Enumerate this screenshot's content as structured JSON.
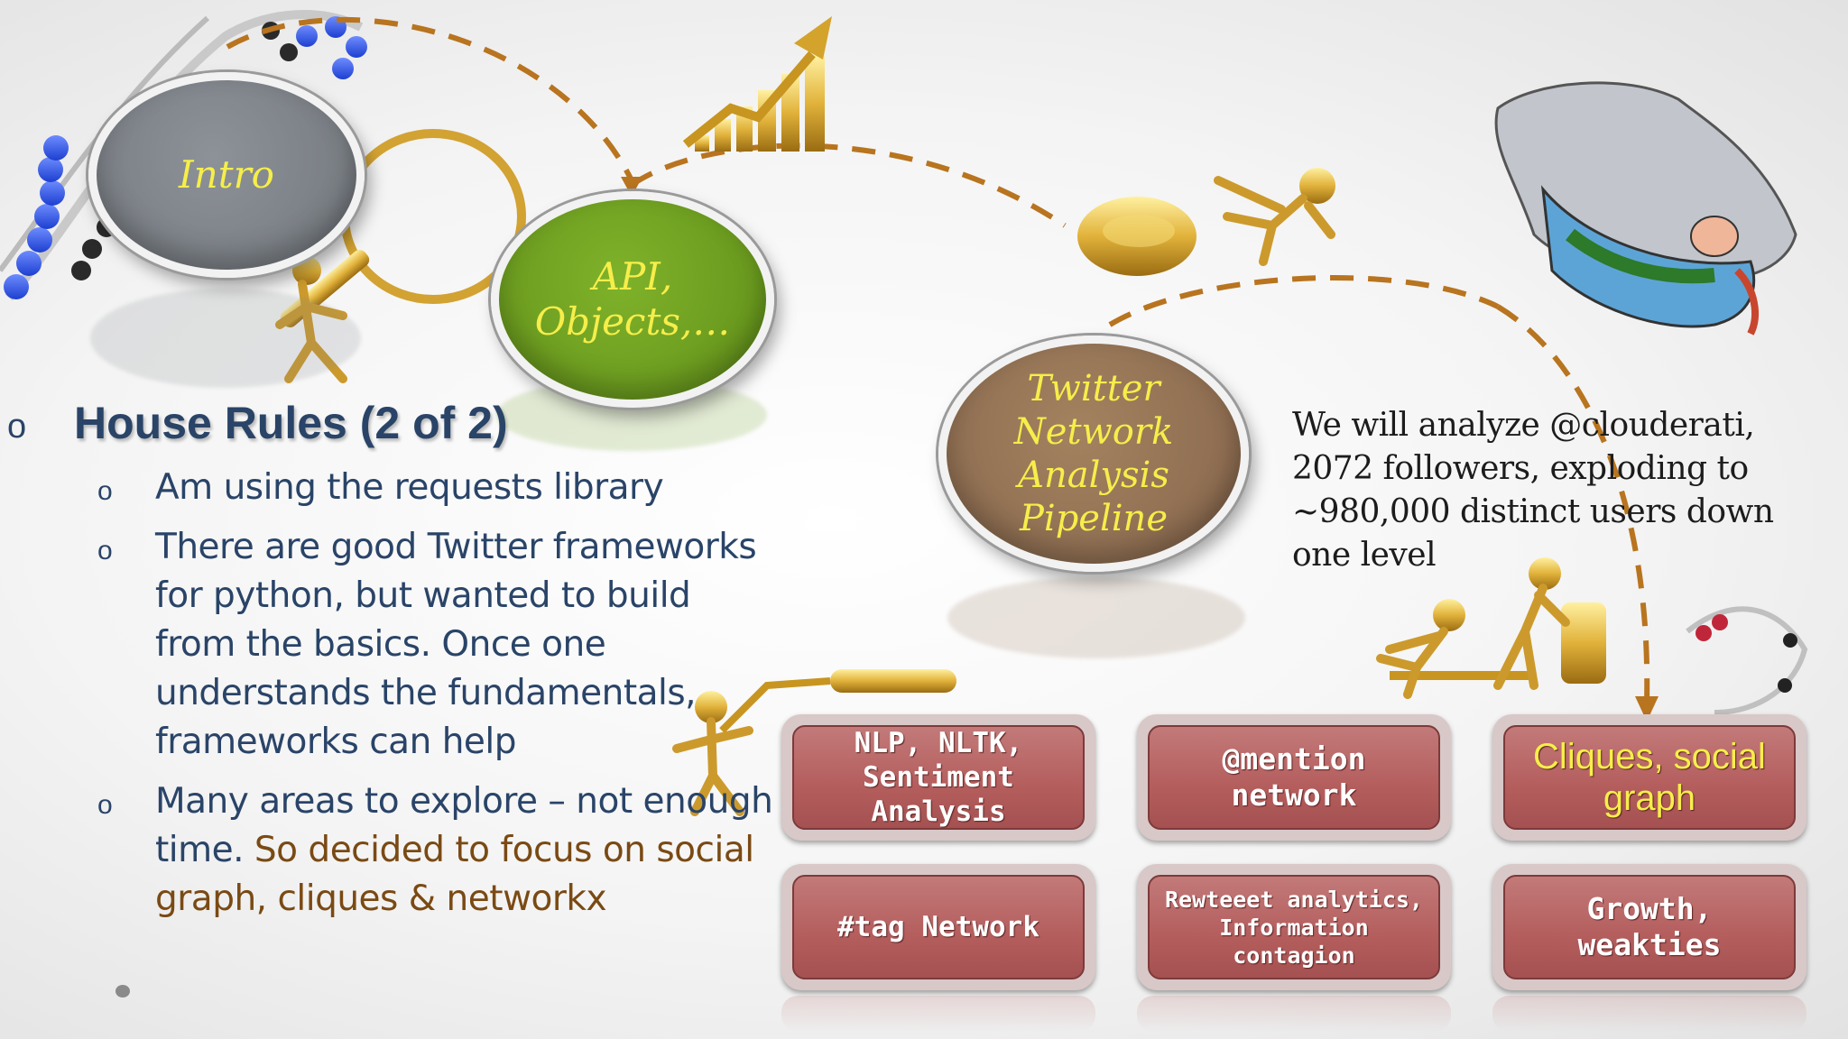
{
  "bubbles": {
    "intro": "Intro",
    "api_line1": "API,",
    "api_line2": "Objects,…",
    "pipeline_line1": "Twitter",
    "pipeline_line2": "Network",
    "pipeline_line3": "Analysis",
    "pipeline_line4": "Pipeline"
  },
  "rules": {
    "bullet_glyph": "o",
    "title": "House Rules (2 of 2)",
    "item1": "Am using the requests library",
    "item2_line1": "There are good Twitter frameworks",
    "item2_line2": "for python, but wanted to build",
    "item2_line3": "from the basics. Once one",
    "item2_line4": "understands the fundamentals,",
    "item2_line5": "frameworks can help",
    "item3_line1": "Many areas to explore – not enough",
    "item3_line2_a": "time.",
    "item3_line2_b": "So decided to focus on social",
    "item3_line3": "graph, cliques & networkx"
  },
  "note": {
    "line1": "We will analyze @clouderati,",
    "line2": "2072 followers, exploding to",
    "line3": "~980,000 distinct users down",
    "line4": "one level"
  },
  "tiles": {
    "t1_l1": "NLP, NLTK,",
    "t1_l2": "Sentiment",
    "t1_l3": "Analysis",
    "t2_l1": "@mention",
    "t2_l2": "network",
    "t3_l1": "Cliques, social",
    "t3_l2": "graph",
    "t4": "#tag Network",
    "t5_l1": "Rewteeet analytics,",
    "t5_l2": "Information",
    "t5_l3": "contagion",
    "t6_l1": "Growth,",
    "t6_l2": "weakties"
  },
  "colors": {
    "intro_fill": "#7e8388",
    "api_fill": "#6e9d22",
    "pipeline_fill": "#947256",
    "bubble_text": "#f6ee4a",
    "title_blue": "#2a4468",
    "highlight_brown": "#7a4a14",
    "tile_red": "#b45d5d",
    "path_dash": "#b8741f"
  }
}
